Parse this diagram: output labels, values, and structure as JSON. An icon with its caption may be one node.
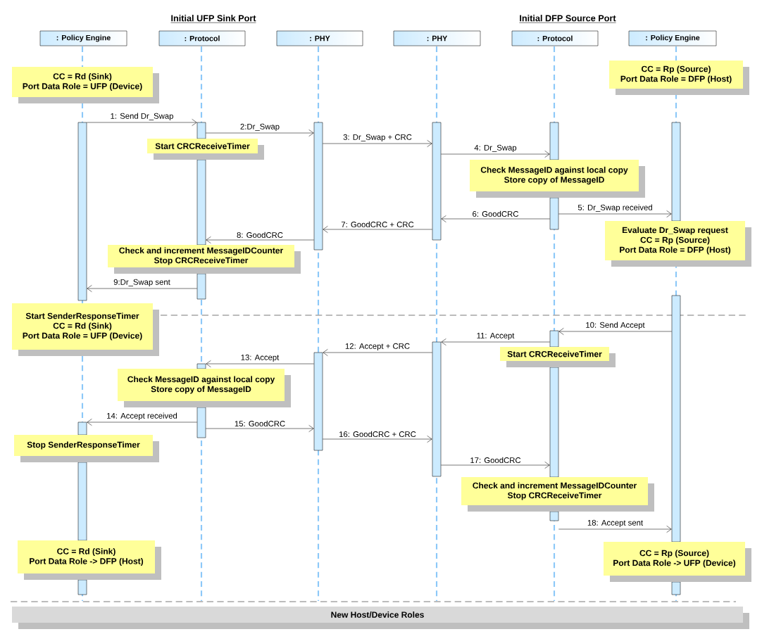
{
  "diagram": {
    "nodes": [
      {
        "text": [
          ": Policy Engine"
        ]
      },
      {
        "text": [
          ": Protocol"
        ]
      },
      {
        "text": [
          ": PHY"
        ]
      },
      {
        "text": [
          ": PHY"
        ]
      },
      {
        "text": [
          ": Protocol"
        ]
      },
      {
        "text": [
          ": Policy Engine"
        ]
      },
      {
        "text": [],
        "shape": "bar"
      },
      {
        "text": [],
        "shape": "bar"
      },
      {
        "text": [],
        "shape": "bar"
      },
      {
        "text": [],
        "shape": "bar"
      },
      {
        "text": [],
        "shape": "bar"
      },
      {
        "text": [],
        "shape": "bar"
      },
      {
        "text": [],
        "shape": "bar"
      },
      {
        "text": [],
        "shape": "bar"
      },
      {
        "text": [],
        "shape": "bar"
      },
      {
        "text": [],
        "shape": "bar"
      },
      {
        "text": [],
        "shape": "bar"
      },
      {
        "text": [],
        "shape": "bar"
      },
      {
        "text": [],
        "shape": "bar"
      },
      {
        "text": [],
        "shape": "bar"
      },
      {
        "text": [],
        "shape": "bar"
      },
      {
        "text": [],
        "shape": "bar"
      },
      {
        "text": [],
        "shape": "bar"
      },
      {
        "text": [],
        "shape": "bar"
      },
      {
        "text": [],
        "shape": "bar"
      },
      {
        "text": [],
        "shape": "bar"
      },
      {
        "text": [],
        "shape": "bar"
      },
      {
        "text": [
          "CC = Rd (Sink)",
          "Port Data Role = UFP (Device)"
        ]
      },
      {
        "text": [
          "CC = Rp (Source)",
          "Port Data Role = DFP (Host)"
        ]
      },
      {
        "text": [
          "Start CRCReceiveTimer"
        ]
      },
      {
        "text": [
          "Check MessageID against local copy",
          "Store copy of MessageID"
        ]
      },
      {
        "text": [
          "Evaluate Dr_Swap request",
          "CC = Rp (Source)",
          "Port Data Role = DFP (Host)"
        ]
      },
      {
        "text": [
          "Check and increment MessageIDCounter",
          "Stop CRCReceiveTimer"
        ]
      },
      {
        "text": [
          "Start SenderResponseTimer",
          "CC = Rd (Sink)",
          "Port Data Role = UFP (Device)"
        ]
      },
      {
        "text": [
          "Start CRCReceiveTimer"
        ]
      },
      {
        "text": [
          "Check MessageID against local copy",
          "Store copy of MessageID"
        ]
      },
      {
        "text": [
          "Stop SenderResponseTimer"
        ]
      },
      {
        "text": [
          "Check and increment MessageIDCounter",
          "Stop CRCReceiveTimer"
        ]
      },
      {
        "text": [
          "CC = Rd (Sink)",
          "Port Data Role -> DFP (Host)"
        ]
      },
      {
        "text": [
          "CC = Rp (Source)",
          "Port Data Role -> UFP (Device)"
        ]
      },
      {
        "text": [
          "New Host/Device Roles"
        ]
      }
    ],
    "edges": [
      {
        "from": 6,
        "to": 7,
        "arrow": "to",
        "label": "1: Send Dr_Swap"
      },
      {
        "from": 7,
        "to": 8,
        "arrow": "to",
        "label": "2:Dr_Swap"
      },
      {
        "from": 8,
        "to": 9,
        "arrow": "to",
        "label": "3: Dr_Swap + CRC"
      },
      {
        "from": 9,
        "to": 10,
        "arrow": "to",
        "label": "4: Dr_Swap"
      },
      {
        "from": 13,
        "to": 11,
        "arrow": "to",
        "label": "5: Dr_Swap received"
      },
      {
        "from": 13,
        "to": 9,
        "arrow": "to",
        "label": "6: GoodCRC"
      },
      {
        "from": 9,
        "to": 8,
        "arrow": "to",
        "label": "7: GoodCRC + CRC"
      },
      {
        "from": 8,
        "to": 12,
        "arrow": "to",
        "label": "8: GoodCRC"
      },
      {
        "from": 14,
        "to": 6,
        "arrow": "to",
        "label": "9:Dr_Swap sent"
      },
      {
        "from": 15,
        "to": 16,
        "arrow": "to",
        "label": "10: Send Accept"
      },
      {
        "from": 16,
        "to": 17,
        "arrow": "to",
        "label": "11: Accept"
      },
      {
        "from": 17,
        "to": 18,
        "arrow": "to",
        "label": "12: Accept + CRC"
      },
      {
        "from": 18,
        "to": 20,
        "arrow": "to",
        "label": "13: Accept"
      },
      {
        "from": 21,
        "to": 22,
        "arrow": "to",
        "label": "14: Accept received"
      },
      {
        "from": 21,
        "to": 18,
        "arrow": "to",
        "label": "15: GoodCRC"
      },
      {
        "from": 18,
        "to": 17,
        "arrow": "to",
        "label": "16: GoodCRC + CRC"
      },
      {
        "from": 17,
        "to": 19,
        "arrow": "to",
        "label": "17: GoodCRC"
      },
      {
        "from": 24,
        "to": 15,
        "arrow": "to",
        "label": "18: Accept sent"
      }
    ],
    "labels": [
      "Initial UFP Sink Port",
      "Initial DFP Source Port"
    ]
  }
}
